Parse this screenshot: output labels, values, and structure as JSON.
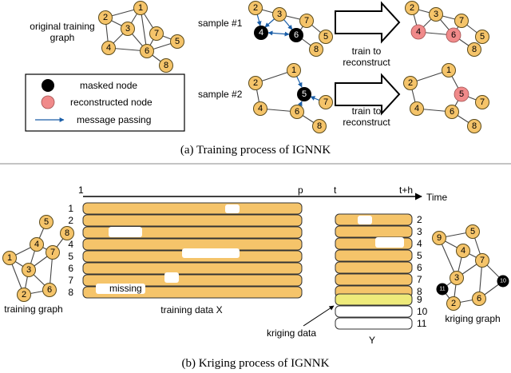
{
  "panel_a": {
    "original_label_line1": "original training",
    "original_label_line2": "graph",
    "sample1_label": "sample #1",
    "sample2_label": "sample #2",
    "train_line1": "train to",
    "train_line2": "reconstruct",
    "legend": {
      "masked": "masked node",
      "reconstructed": "reconstructed node",
      "message": "message passing"
    },
    "caption": "(a)  Training process of IGNNK"
  },
  "panel_b": {
    "timeline": {
      "start": "1",
      "p": "p",
      "t": "t",
      "end": "t+h",
      "axis": "Time"
    },
    "left_rows": [
      "1",
      "2",
      "3",
      "4",
      "5",
      "6",
      "7",
      "8"
    ],
    "right_rows": [
      "2",
      "3",
      "4",
      "5",
      "6",
      "7",
      "8",
      "9",
      "10",
      "11"
    ],
    "missing_label": "missing",
    "training_data_label": "training data X",
    "kriging_data_label": "kriging data",
    "y_label": "Y",
    "training_graph_label": "training graph",
    "kriging_graph_label": "kriging graph",
    "caption": "(b)  Kriging process of IGNNK"
  },
  "colors": {
    "node": "#f5c46a",
    "masked": "#000000",
    "reconstructed": "#f08a8a",
    "message": "#1a5ea8",
    "kriging_row": "#eeea7a"
  }
}
